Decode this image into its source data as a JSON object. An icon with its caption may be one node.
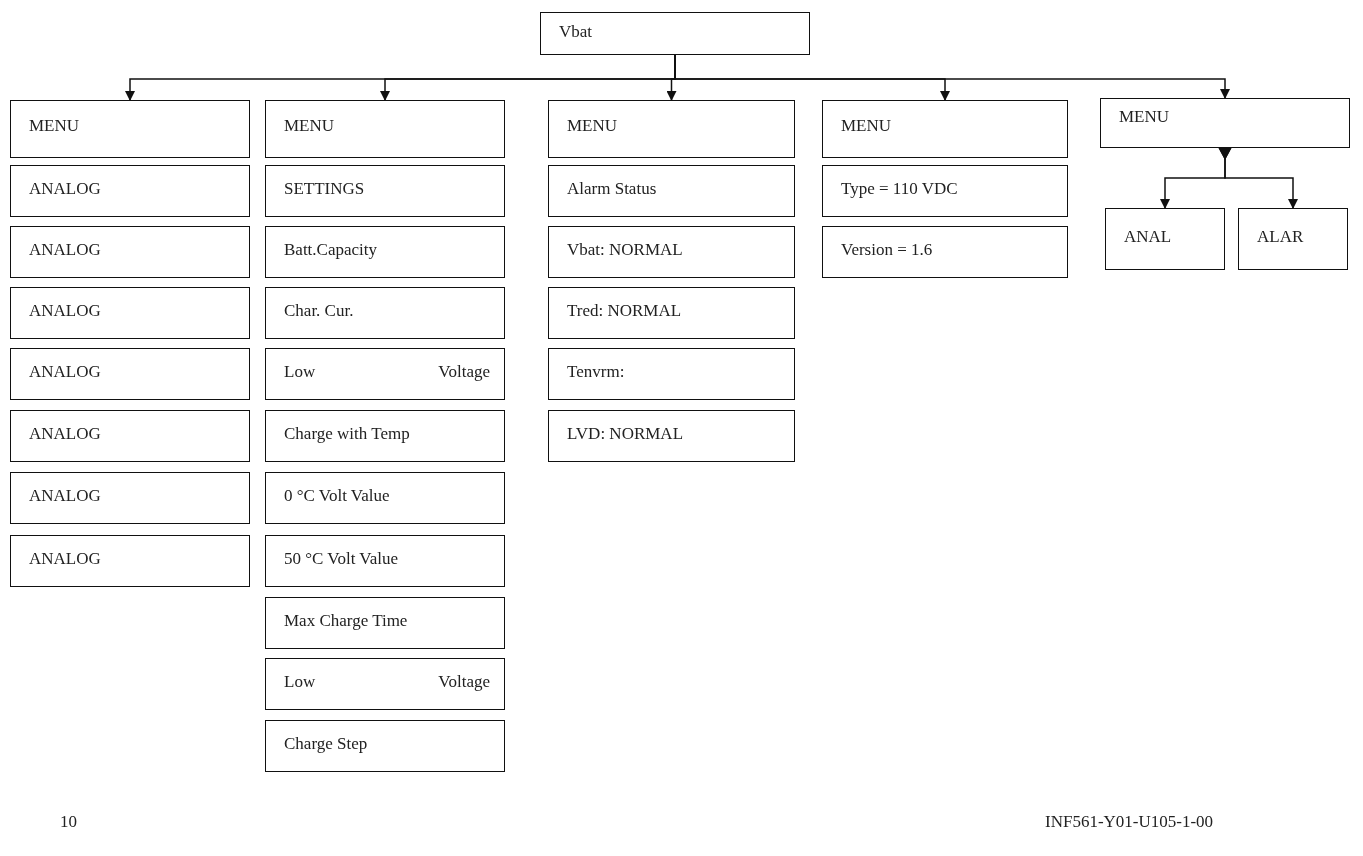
{
  "diagram": {
    "nodes": [
      {
        "text": [
          "Vbat"
        ]
      },
      {
        "text": [
          "MENU"
        ]
      },
      {
        "text": [
          "MENU"
        ]
      },
      {
        "text": [
          "MENU"
        ]
      },
      {
        "text": [
          "MENU"
        ]
      },
      {
        "text": [
          "MENU"
        ]
      },
      {
        "text": [
          "ANALOG"
        ]
      },
      {
        "text": [
          "ANALOG"
        ]
      },
      {
        "text": [
          "ANALOG"
        ]
      },
      {
        "text": [
          "ANALOG"
        ]
      },
      {
        "text": [
          "ANALOG"
        ]
      },
      {
        "text": [
          "ANALOG"
        ]
      },
      {
        "text": [
          "ANALOG"
        ]
      },
      {
        "text": [
          "SETTINGS"
        ]
      },
      {
        "text": [
          "Batt.Capacity"
        ]
      },
      {
        "text": [
          "Char. Cur."
        ]
      },
      {
        "text": [
          "Low Voltage"
        ]
      },
      {
        "text": [
          "Charge with Temp"
        ]
      },
      {
        "text": [
          "0 °C Volt Value"
        ]
      },
      {
        "text": [
          "50 °C Volt Value"
        ]
      },
      {
        "text": [
          "Max Charge Time"
        ]
      },
      {
        "text": [
          "Low Voltage"
        ]
      },
      {
        "text": [
          "Charge Step"
        ]
      },
      {
        "text": [
          "Alarm Status"
        ]
      },
      {
        "text": [
          "Vbat: NORMAL"
        ]
      },
      {
        "text": [
          "Tred: NORMAL"
        ]
      },
      {
        "text": [
          "Tenvrm:"
        ]
      },
      {
        "text": [
          "LVD: NORMAL"
        ]
      },
      {
        "text": [
          "Type = 110 VDC"
        ]
      },
      {
        "text": [
          "Version = 1.6"
        ]
      },
      {
        "text": [
          "ANAL"
        ]
      },
      {
        "text": [
          "ALAR"
        ]
      }
    ],
    "edges": [
      {
        "from": 0,
        "to": 1,
        "arrow": "to"
      },
      {
        "from": 0,
        "to": 2,
        "arrow": "to"
      },
      {
        "from": 0,
        "to": 3,
        "arrow": "to"
      },
      {
        "from": 0,
        "to": 4,
        "arrow": "to"
      },
      {
        "from": 0,
        "to": 5,
        "arrow": "to"
      },
      {
        "from": 5,
        "to": 30,
        "arrow": "to"
      },
      {
        "from": 5,
        "to": 31,
        "arrow": "to"
      }
    ],
    "labels": [
      "10",
      "INF561-Y01-U105-1-00"
    ]
  }
}
